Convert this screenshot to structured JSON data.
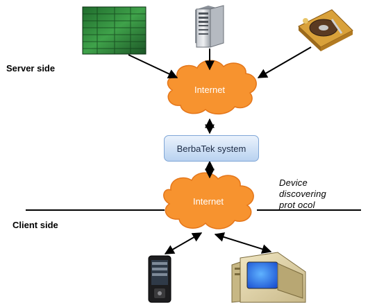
{
  "labels": {
    "server_side": "Server side",
    "client_side": "Client side"
  },
  "nodes": {
    "internet_top": "Internet",
    "internet_bottom": "Internet",
    "system": "BerbaTek system"
  },
  "annotation": {
    "line1": "Device",
    "line2": "discovering",
    "line3": "prot ocol"
  },
  "icons": {
    "server_rack": "server-rack-photo",
    "tower_server": "tower-server-icon",
    "hard_drive": "hard-drive-icon",
    "mobile_phone": "mobile-phone-icon",
    "desktop_computer": "desktop-computer-icon"
  },
  "colors": {
    "cloud": "#f7932f",
    "cloud_edge": "#e4761a",
    "system_box": "#c6dbf5"
  }
}
